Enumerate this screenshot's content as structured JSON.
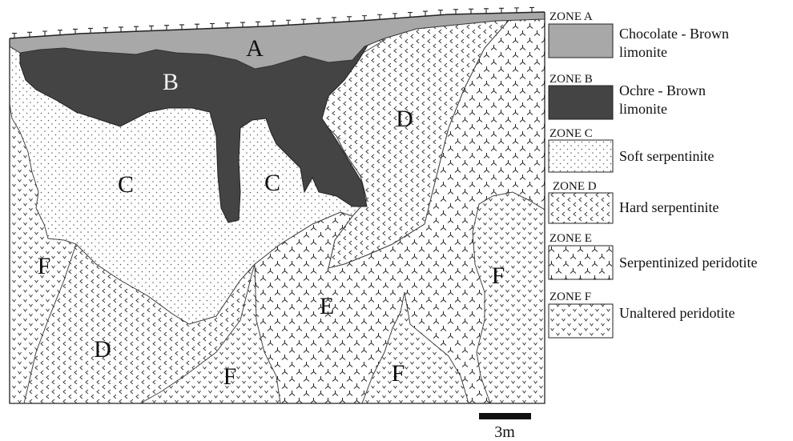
{
  "map": {
    "labels": {
      "A": "A",
      "B": "B",
      "C1": "C",
      "C2": "C",
      "D1": "D",
      "D2": "D",
      "E": "E",
      "F1": "F",
      "F2": "F",
      "F3": "F",
      "F4": "F"
    }
  },
  "legend": {
    "items": [
      {
        "zone": "ZONE A",
        "desc1": "Chocolate - Brown",
        "desc2": "limonite",
        "fill": "#a8a8a8"
      },
      {
        "zone": "ZONE B",
        "desc1": "Ochre - Brown",
        "desc2": "limonite",
        "fill": "#444444"
      },
      {
        "zone": "ZONE C",
        "desc1": "Soft serpentinite",
        "desc2": "",
        "pattern": "dots"
      },
      {
        "zone": "ZONE D",
        "desc1": "Hard serpentinite",
        "desc2": "",
        "pattern": "chevrons"
      },
      {
        "zone": "ZONE E",
        "desc1": "Serpentinized peridotite",
        "desc2": "",
        "pattern": "tripods"
      },
      {
        "zone": "ZONE F",
        "desc1": "Unaltered peridotite",
        "desc2": "",
        "pattern": "vees"
      }
    ]
  },
  "scale": {
    "label": "3m"
  }
}
